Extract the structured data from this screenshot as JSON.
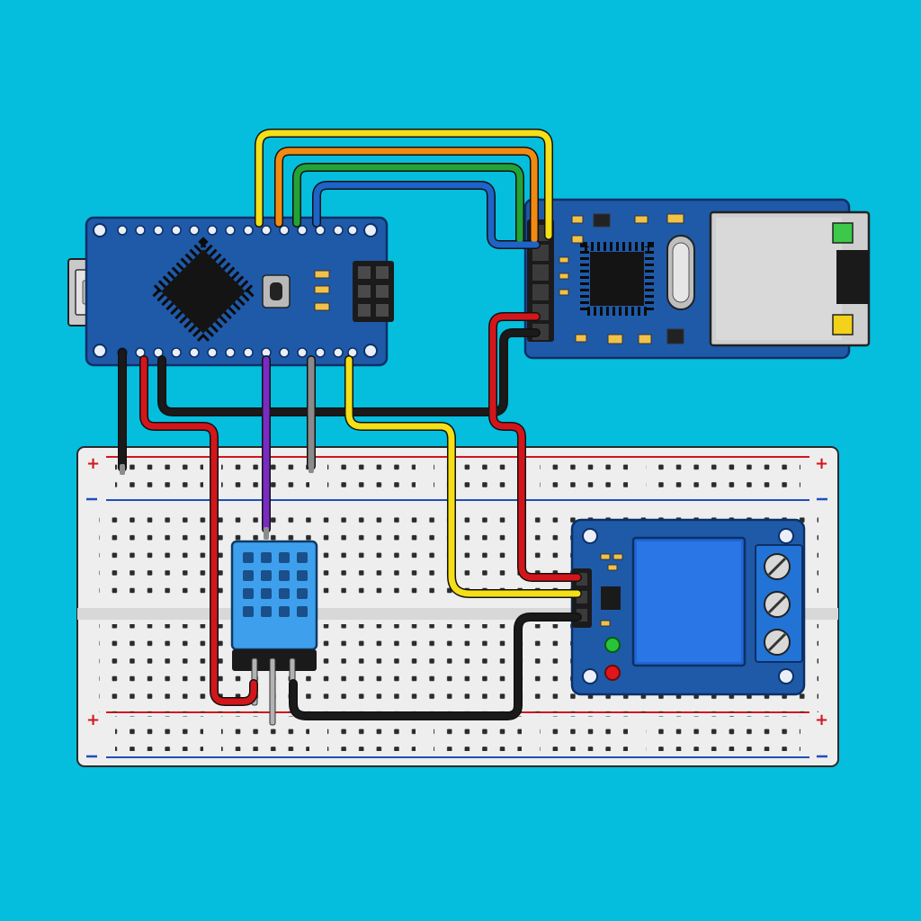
{
  "diagram": {
    "components": [
      {
        "id": "arduino-nano",
        "kind": "microcontroller-board"
      },
      {
        "id": "ethernet-module",
        "kind": "enc28j60-ethernet-module"
      },
      {
        "id": "breadboard",
        "kind": "solderless-breadboard"
      },
      {
        "id": "dht-sensor",
        "kind": "temperature-humidity-sensor"
      },
      {
        "id": "relay-module",
        "kind": "single-channel-relay"
      }
    ],
    "breadboard_rail_signs": {
      "top_left": "+",
      "top_right": "+",
      "bottom_left": "+",
      "bottom_right": "+"
    },
    "wire_colors": {
      "yellow": "#f4df18",
      "orange": "#f28a12",
      "green": "#22a336",
      "blue": "#1e63c8",
      "red": "#d3161b",
      "black": "#1a1a1a",
      "purple": "#7a2bc2",
      "gray": "#8a8a8a"
    },
    "palette": {
      "background": "#05bddd",
      "pcb": "#1f5aa8",
      "pcb_edge": "#0d2f66",
      "breadboard": "#eeeeee",
      "rail_red": "#d3161b",
      "rail_blue": "#1e4fb8",
      "relay_cube": "#1f66d1",
      "dht_body": "#3ea0ec",
      "led_green": "#27c43a",
      "led_red": "#e0161b"
    }
  }
}
